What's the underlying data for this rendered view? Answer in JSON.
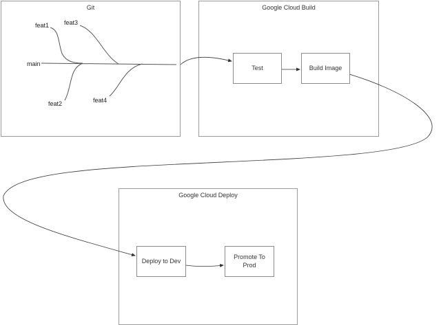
{
  "diagram": {
    "groups": {
      "git": {
        "title": "Git"
      },
      "build": {
        "title": "Google Cloud Build"
      },
      "deploy": {
        "title": "Google Cloud Deploy"
      }
    },
    "branches": {
      "main": "main",
      "feat1": "feat1",
      "feat2": "feat2",
      "feat3": "feat3",
      "feat4": "feat4"
    },
    "nodes": {
      "test": "Test",
      "build_image": "Build Image",
      "deploy_dev": "Deploy to Dev",
      "promote_prod": "Promote To Prod"
    },
    "edges": [
      {
        "from": "git.main",
        "to": "test"
      },
      {
        "from": "test",
        "to": "build_image"
      },
      {
        "from": "build_image",
        "to": "deploy_dev"
      },
      {
        "from": "deploy_dev",
        "to": "promote_prod"
      }
    ],
    "colors": {
      "stroke": "#555555",
      "border": "#9a9a9a"
    }
  }
}
